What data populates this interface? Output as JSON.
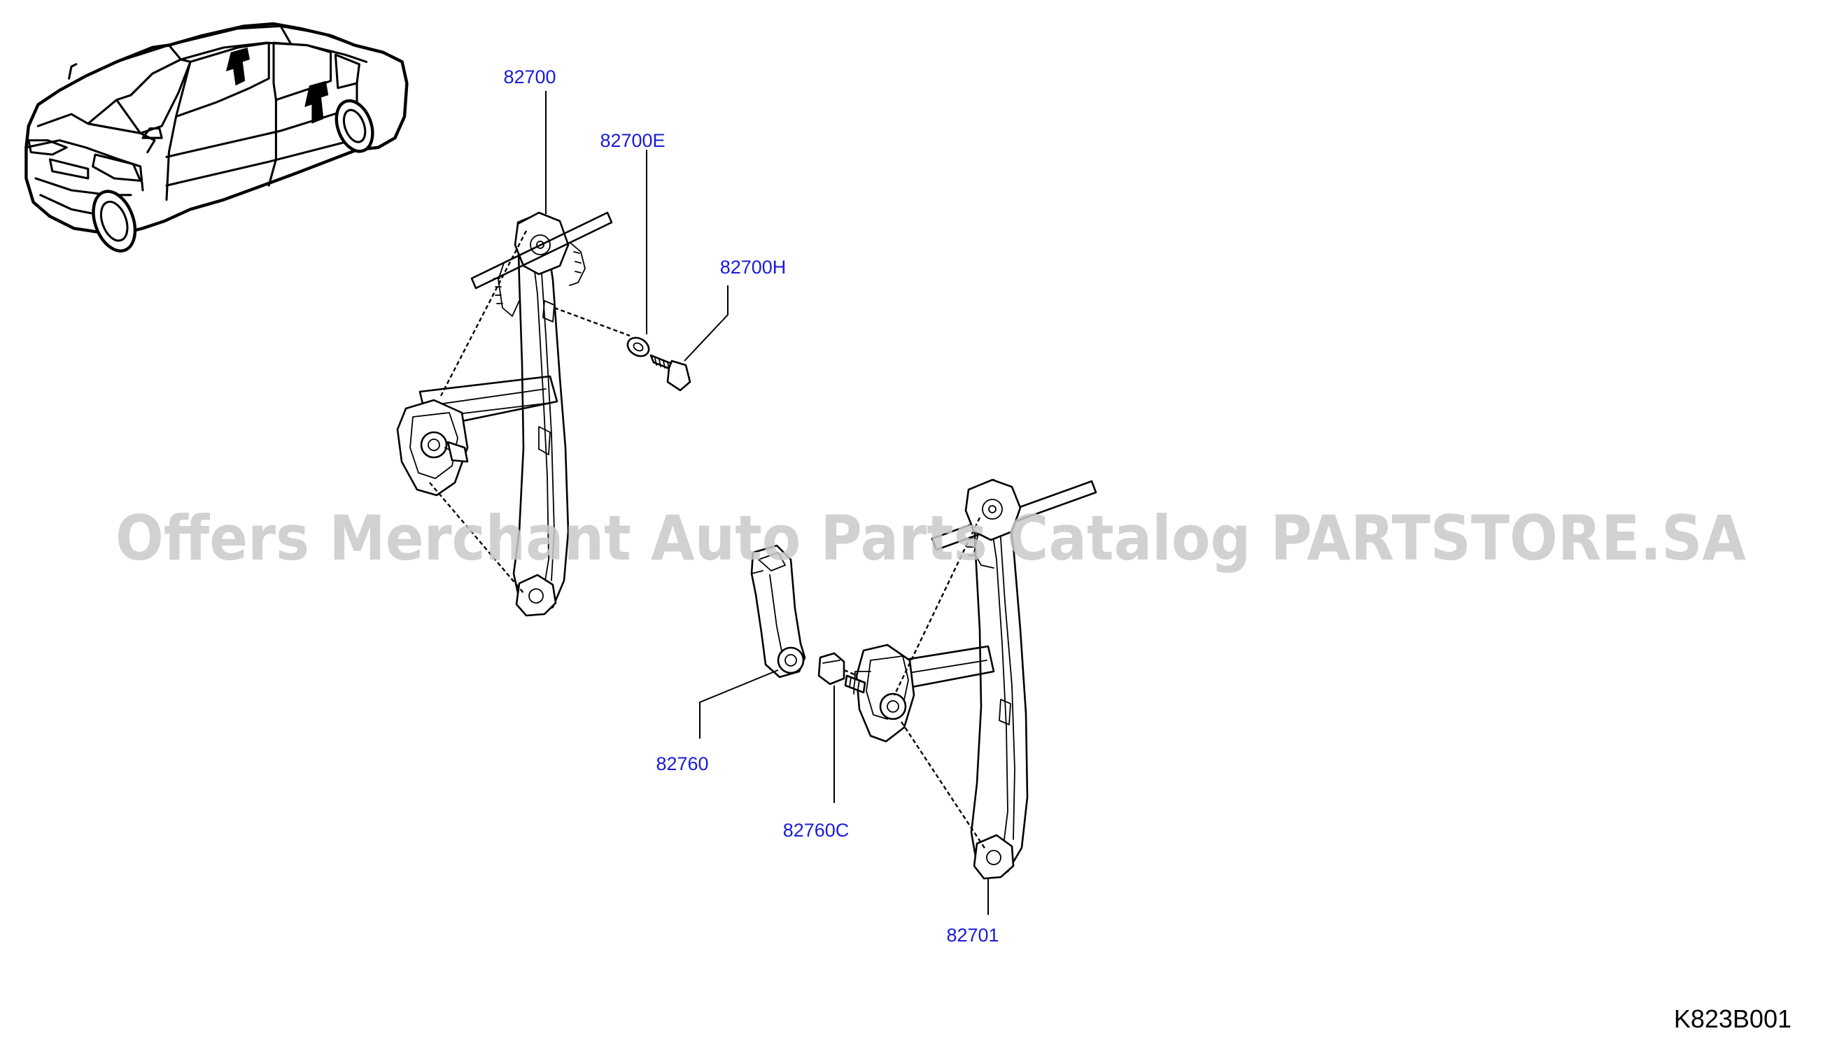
{
  "diagram": {
    "code": "K823B001",
    "watermark": "Offers Merchant Auto Parts Catalog PARTSTORE.SA",
    "colors": {
      "label": "#1a1adb",
      "line": "#000000",
      "watermark": "#c9c9c9"
    },
    "part_labels": [
      {
        "id": "regulator-front",
        "text": "82700"
      },
      {
        "id": "regulator-front-washer",
        "text": "82700E"
      },
      {
        "id": "regulator-front-bolt",
        "text": "82700H"
      },
      {
        "id": "handle",
        "text": "82760"
      },
      {
        "id": "handle-escutcheon",
        "text": "82760C"
      },
      {
        "id": "regulator-rear",
        "text": "82701"
      }
    ]
  }
}
